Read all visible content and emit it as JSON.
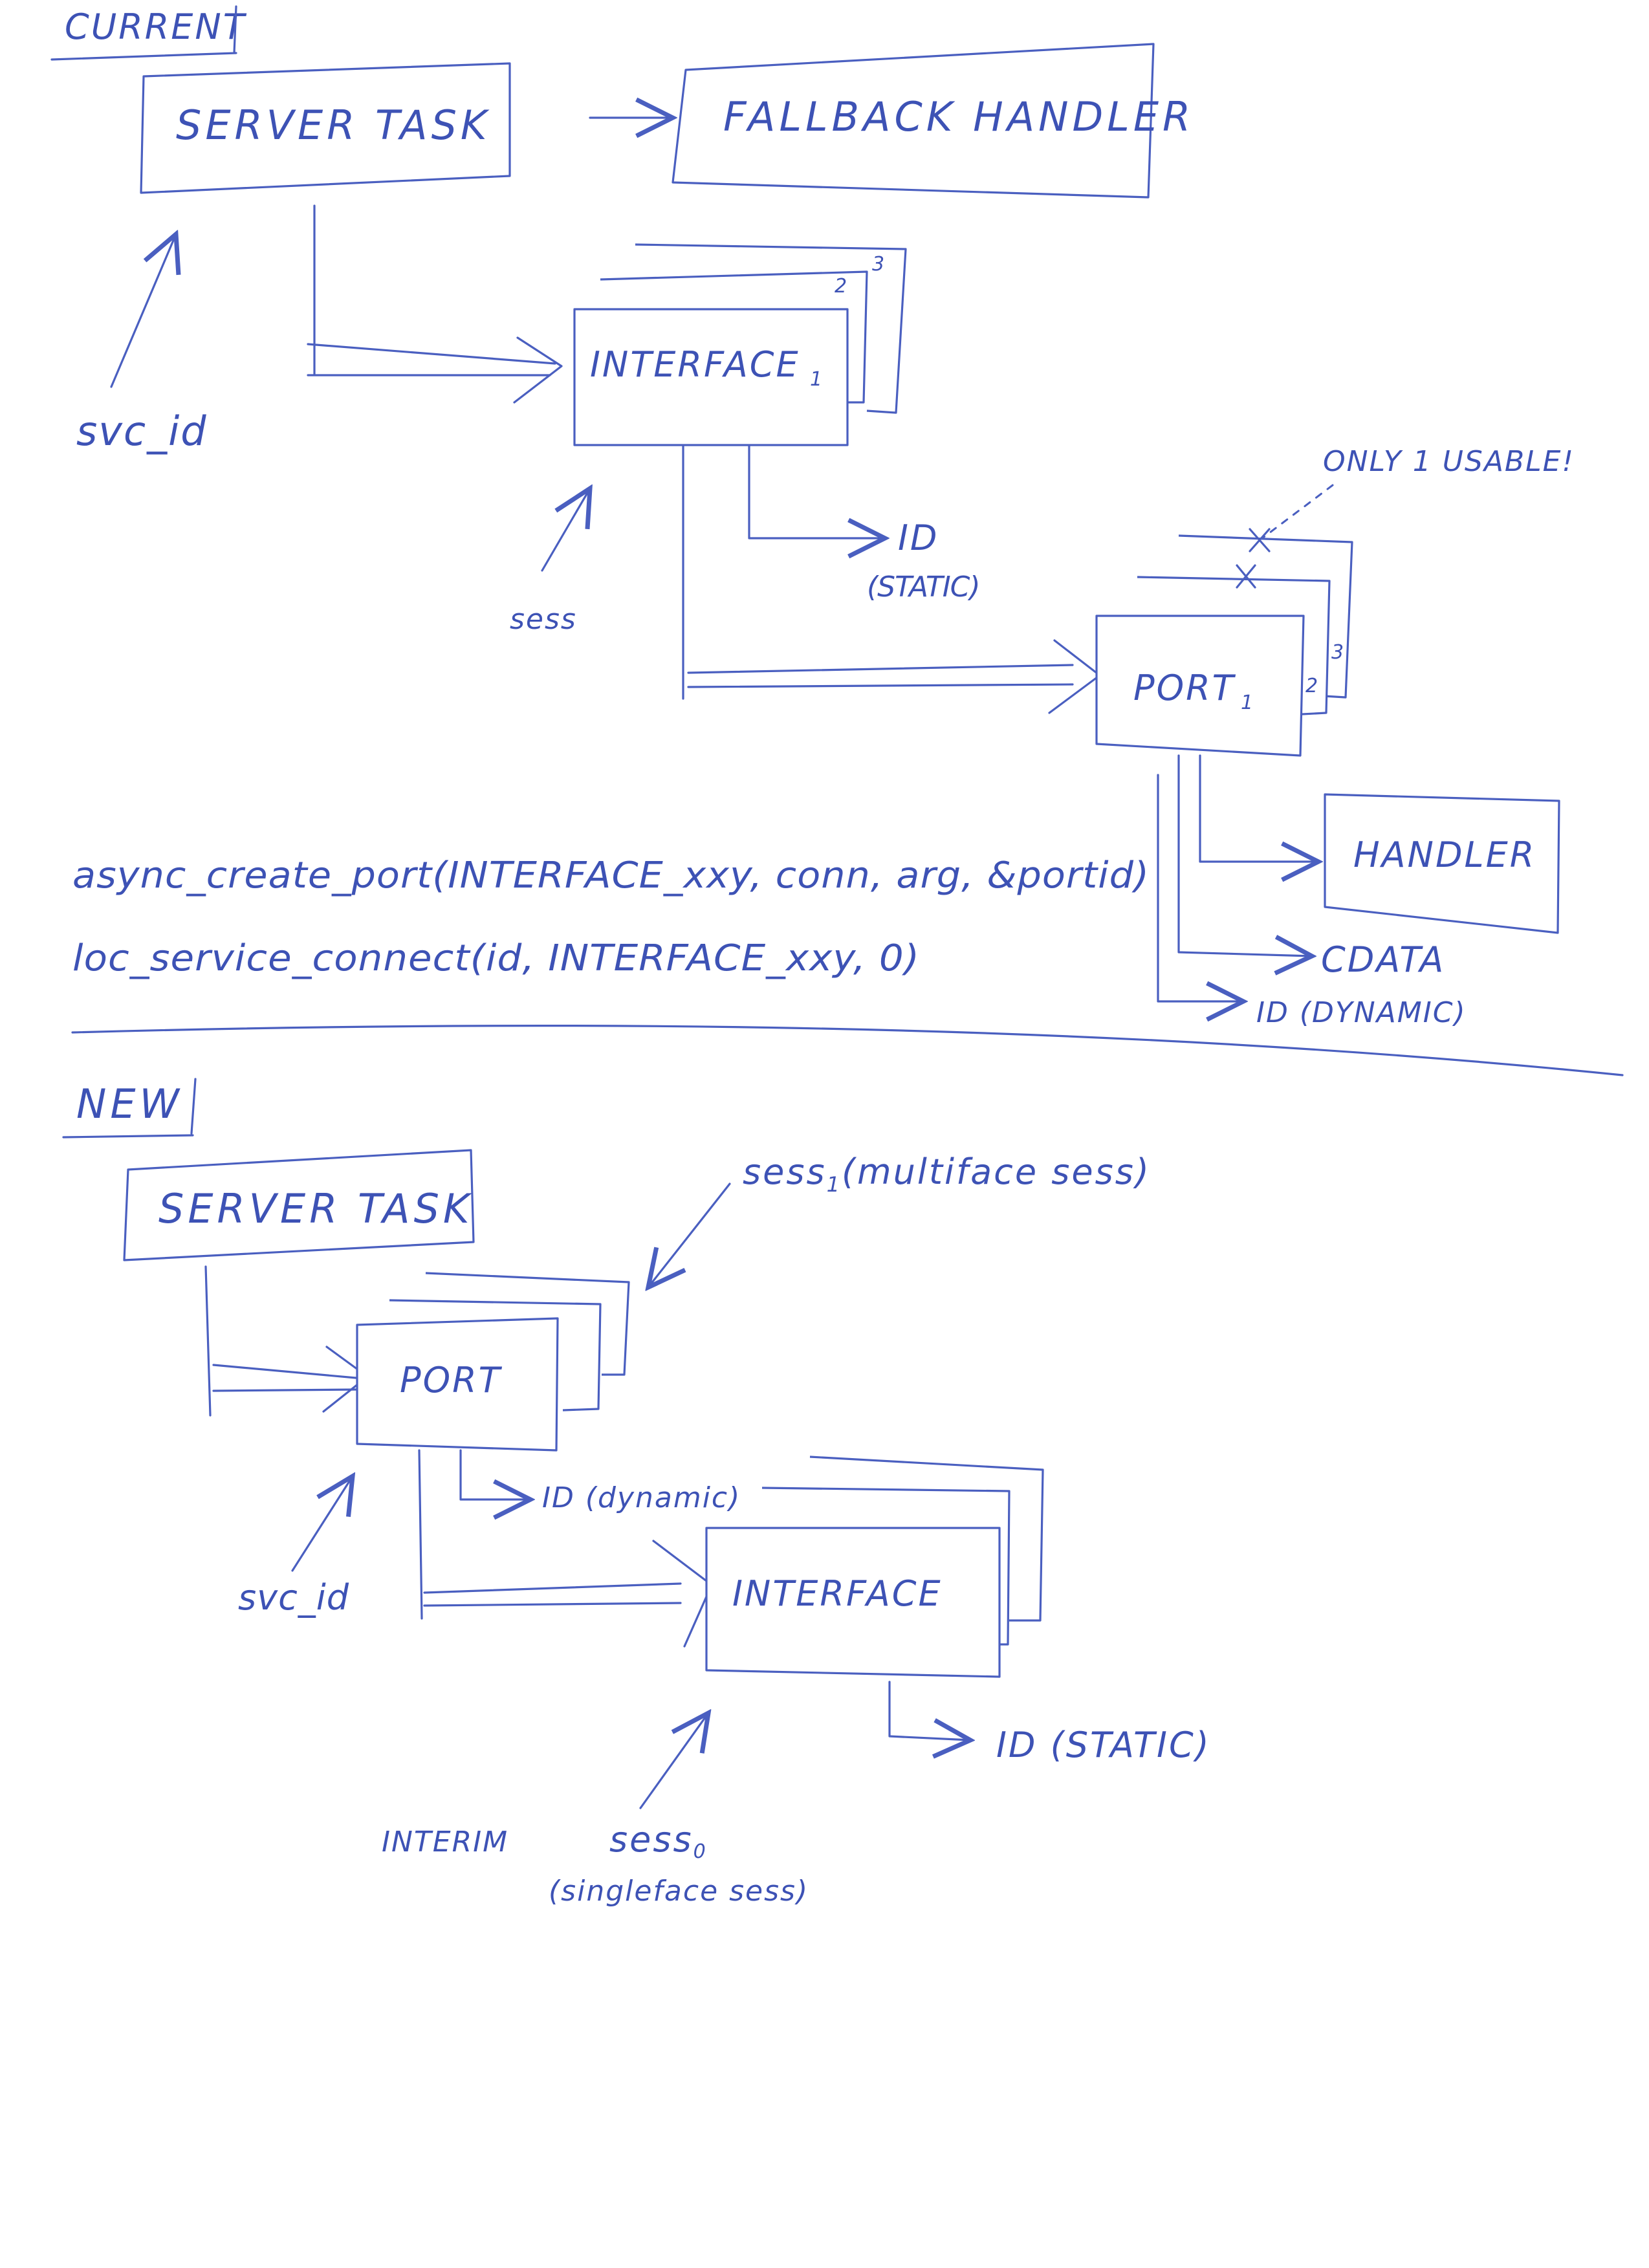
{
  "current": {
    "heading": "CURRENT",
    "server_task": "SERVER TASK",
    "fallback_handler": "FALLBACK HANDLER",
    "interface": {
      "name": "INTERFACE",
      "subscript": "1",
      "stack_2": "2",
      "stack_3": "3"
    },
    "svc_id": "svc_id",
    "sess": "sess",
    "id_static": "ID",
    "id_static_note": "(STATIC)",
    "only_usable": "ONLY 1 USABLE!",
    "port": {
      "name": "PORT",
      "subscript": "1",
      "stack_2": "2",
      "stack_3": "3"
    },
    "handler": "HANDLER",
    "cdata": "CDATA",
    "id_dynamic": "ID (DYNAMIC)",
    "code_line_1": "async_create_port(INTERFACE_xxy, conn, arg, &portid)",
    "code_line_2": "loc_service_connect(id, INTERFACE_xxy, 0)"
  },
  "new": {
    "heading": "NEW",
    "server_task": "SERVER TASK",
    "sess1": "sess",
    "sess1_subscript": "1",
    "sess1_note": "(multiface sess)",
    "port": "PORT",
    "id_dynamic": "ID (dynamic)",
    "svc_id": "svc_id",
    "interface": "INTERFACE",
    "id_static": "ID (STATIC)",
    "interim": "INTERIM",
    "sess0": "sess",
    "sess0_subscript": "0",
    "sess0_note": "(singleface sess)"
  }
}
